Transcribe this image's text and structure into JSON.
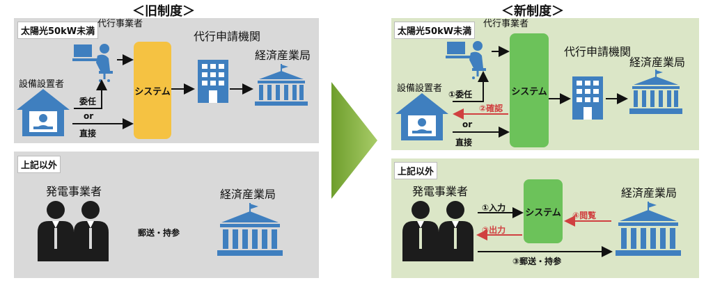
{
  "old_title": "＜旧制度＞",
  "new_title": "＜新制度＞",
  "under50_tag": "太陽光50kW未満",
  "other_tag": "上記以外",
  "agent": "代行事業者",
  "installer": "設備設置者",
  "system": "システム",
  "proxy_office": "代行申請機関",
  "meti": "経済産業局",
  "generator": "発電事業者",
  "old": {
    "delegate": "委任",
    "or": "or",
    "direct": "直接",
    "mail": "郵送・持参"
  },
  "new": {
    "delegate": "①委任",
    "confirm": "②確認",
    "or": "or",
    "direct": "直接",
    "input": "①入力",
    "output": "②出力",
    "view": "④閲覧",
    "mail": "③郵送・持参"
  },
  "colors": {
    "icon_blue": "#3f7fbf",
    "icon_dark": "#1c1c1c",
    "old_system": "#f5c242",
    "new_system": "#6cc25a",
    "red_arrow": "#d04040"
  }
}
